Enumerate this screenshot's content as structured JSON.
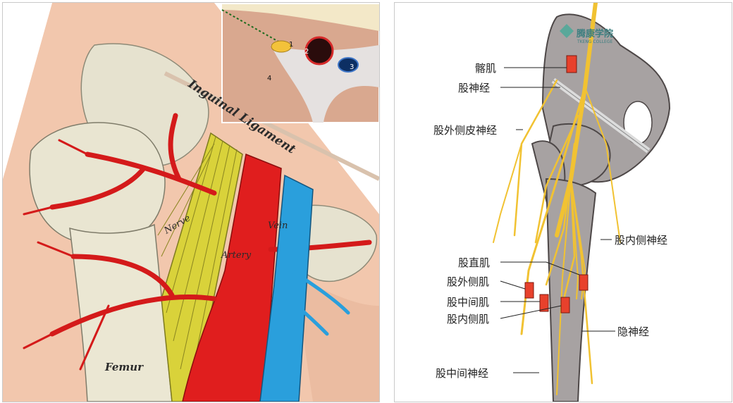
{
  "left_panel": {
    "labels": {
      "femur": "Femur",
      "inguinal_ligament": "Inguinal Ligament",
      "nerve": "Nerve",
      "artery": "Artery",
      "vein": "Vein"
    },
    "inset": {
      "markers": [
        "1",
        "2",
        "3",
        "4"
      ]
    }
  },
  "right_panel": {
    "watermark": {
      "title": "腾康学院",
      "subtitle": "TKENG COLLEGE"
    },
    "labels": {
      "iliacus": "髂肌",
      "femoral_nerve": "股神经",
      "lateral_cutaneous": "股外侧皮神经",
      "medial_nerve": "股内侧神经",
      "rectus": "股直肌",
      "vastus_lateralis": "股外侧肌",
      "vastus_intermedius": "股中间肌",
      "vastus_medialis": "股内侧肌",
      "saphenous": "隐神经",
      "intermediate_nerve": "股中间神经"
    },
    "colors": {
      "bone": "#a7a2a2",
      "nerve": "#f1c232",
      "muscle_marker": "#e8412c"
    }
  }
}
